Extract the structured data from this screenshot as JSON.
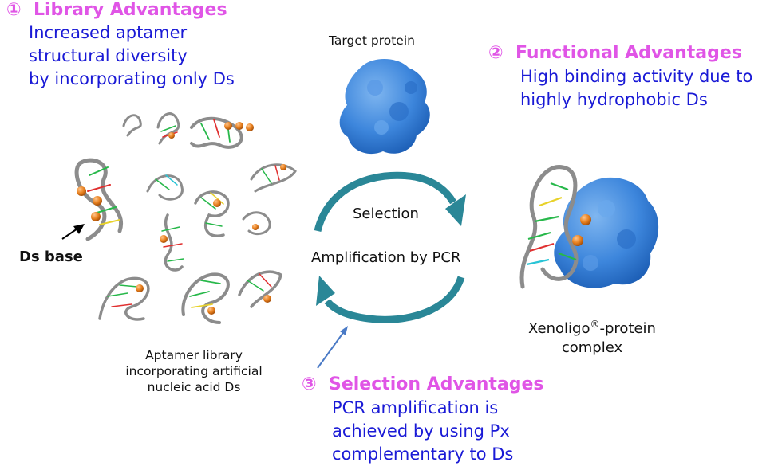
{
  "library": {
    "num": "①",
    "title": "Library Advantages",
    "lines": [
      "Increased aptamer",
      "structural diversity",
      "by incorporating only Ds"
    ]
  },
  "functional": {
    "num": "②",
    "title": "Functional Advantages",
    "lines": [
      "High binding activity due to",
      "highly hydrophobic Ds"
    ]
  },
  "selection_adv": {
    "num": "③",
    "title": "Selection Advantages",
    "lines": [
      "PCR amplification is",
      "achieved by using Px",
      "complementary to Ds"
    ]
  },
  "target_label": "Target protein",
  "ds_base_label": "Ds base",
  "cycle": {
    "top": "Selection",
    "bottom": "Amplification by PCR"
  },
  "library_caption": [
    "Aptamer library",
    "incorporating artificial",
    "nucleic acid Ds"
  ],
  "complex_caption": {
    "l1a": "Xenoligo",
    "l1sup": "®",
    "l1b": "-protein",
    "l2": "complex"
  },
  "colors": {
    "heading": "#e055e6",
    "body_text": "#1a1ad6",
    "cycle_arrow": "#2a8797",
    "protein": "#3d86dc",
    "ds_sphere": "#e8801e",
    "backbone": "#8c8c8c"
  }
}
